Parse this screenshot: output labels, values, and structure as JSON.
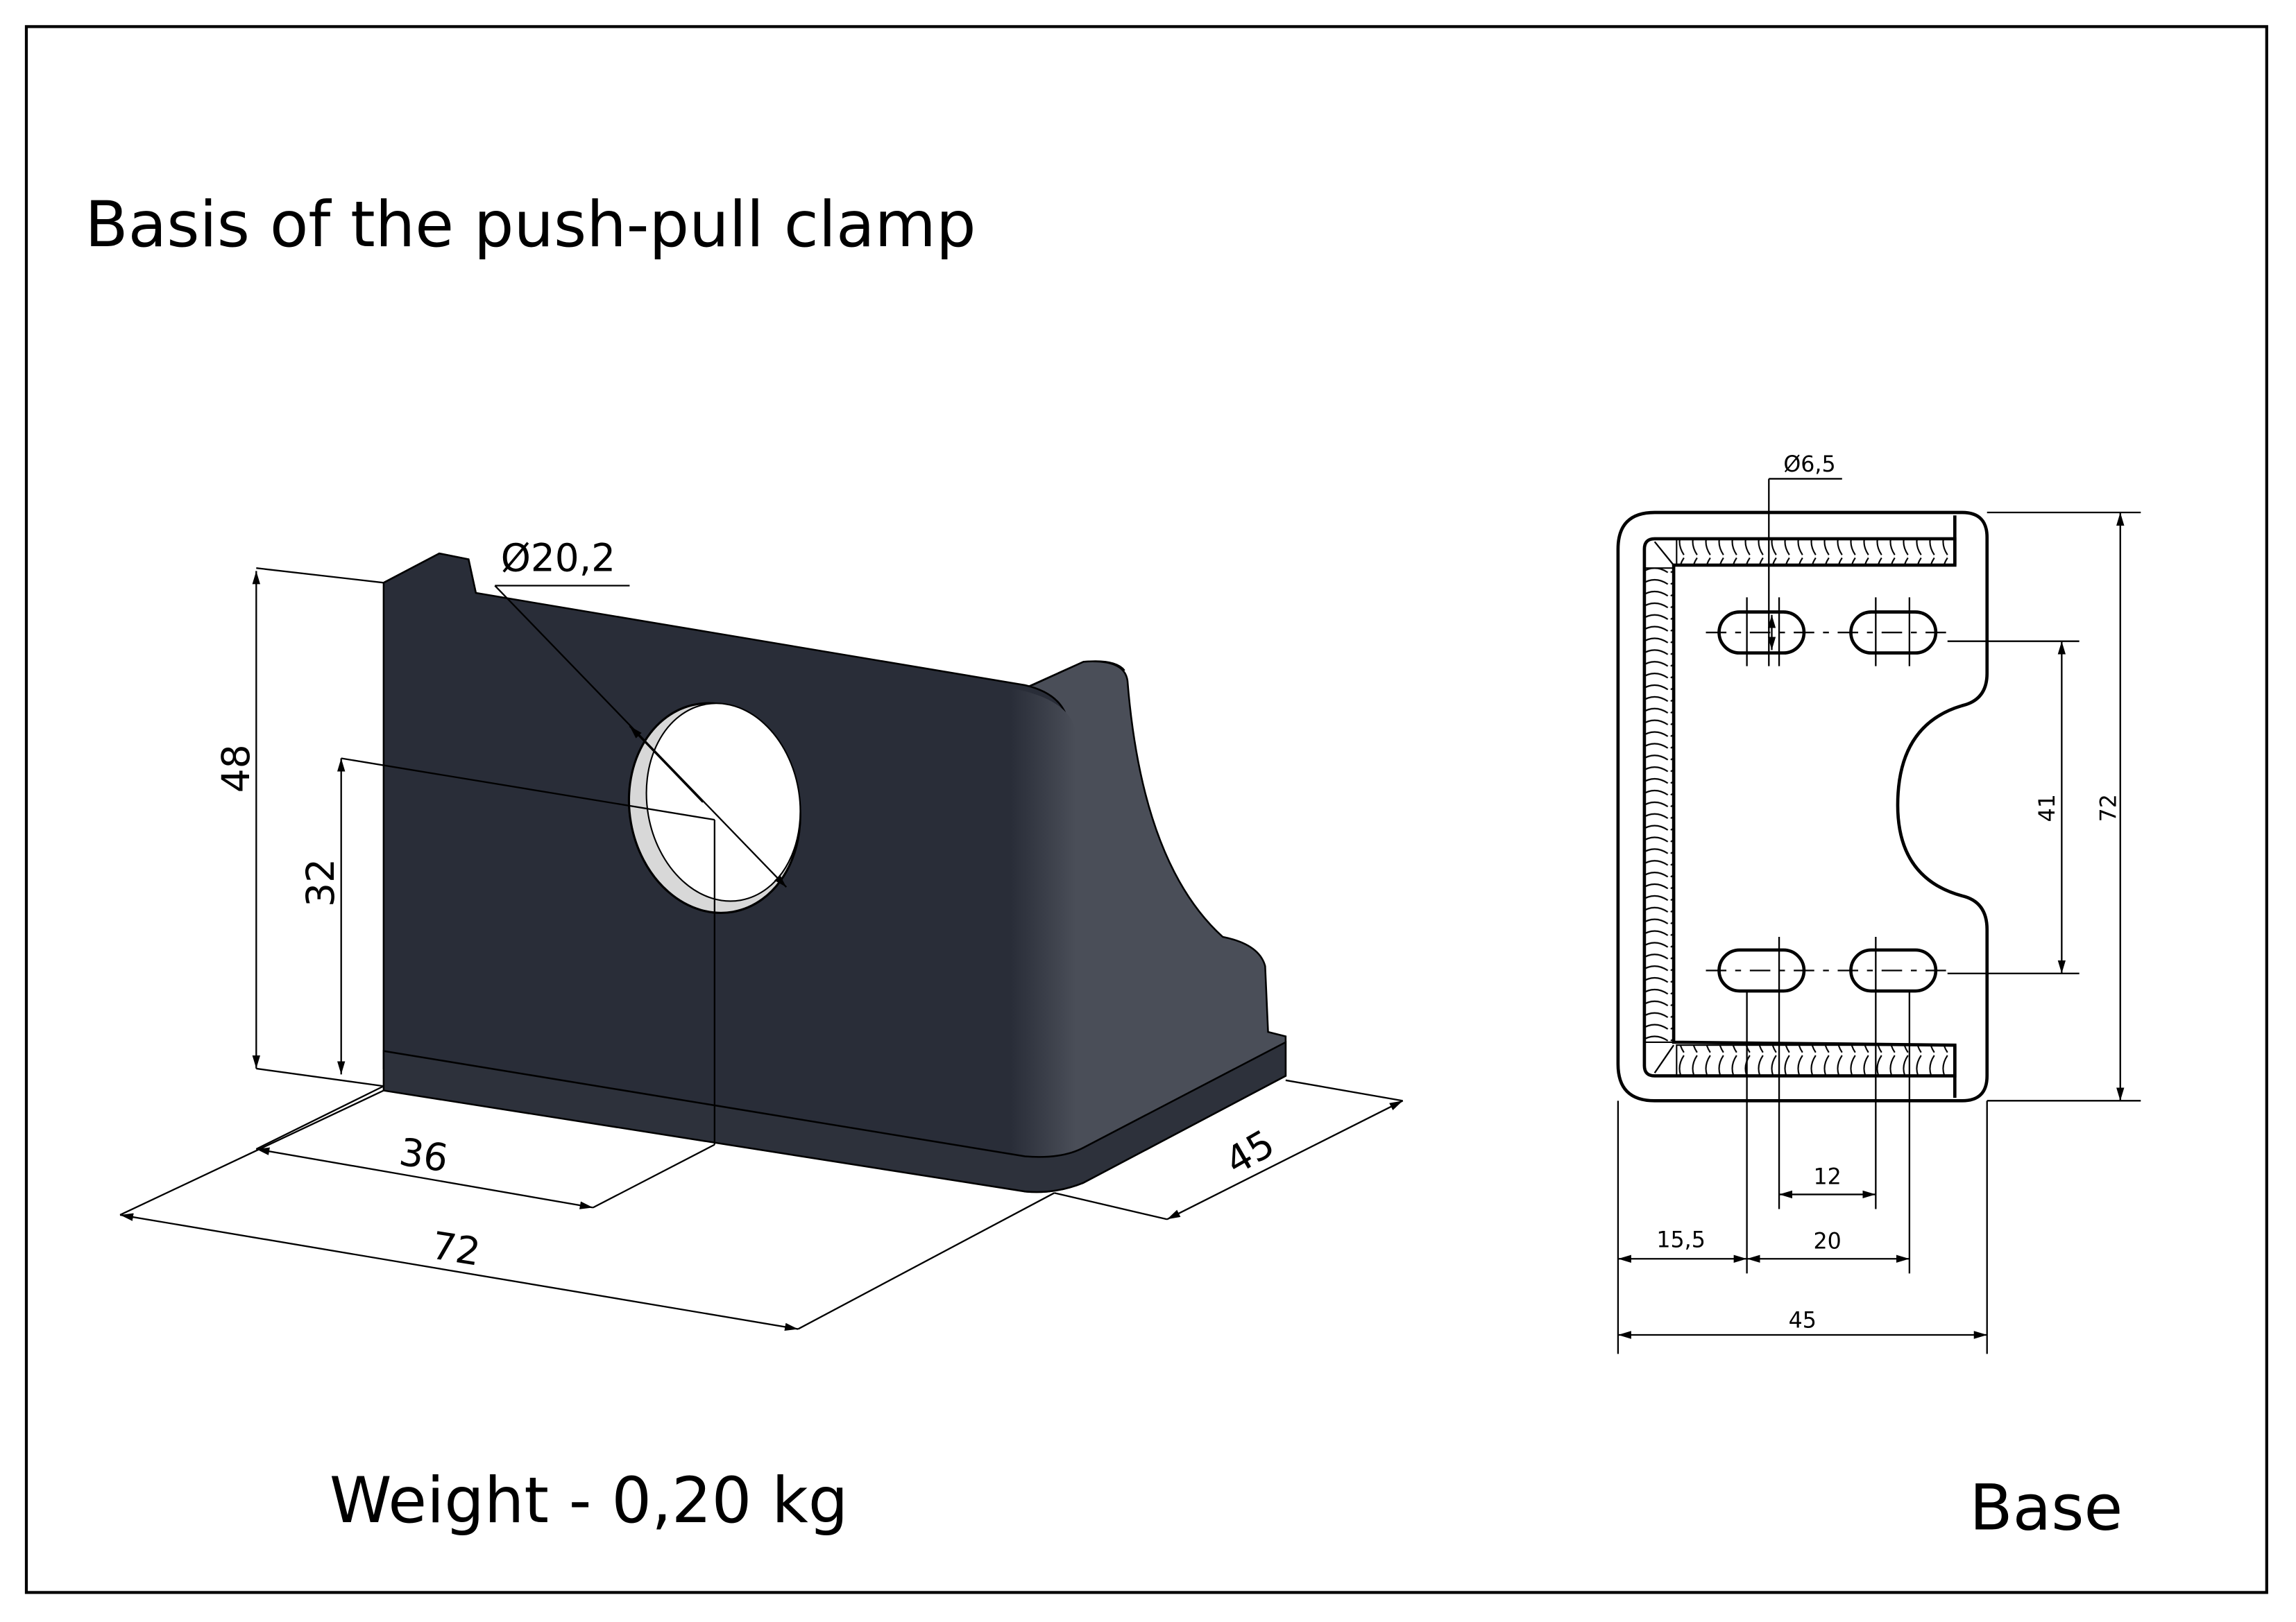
{
  "title": "Basis of the push-pull clamp",
  "weight": "Weight - 0,20 kg",
  "part_name": "Base",
  "colors": {
    "part_front": "#292d38",
    "part_side": "#4a4e58",
    "hole_inner": "#d8d8d8"
  },
  "iso_view": {
    "dims": {
      "height": "48",
      "hole_height": "32",
      "hole_offset": "36",
      "length": "72",
      "depth": "45",
      "hole_diameter": "Ø20,2"
    }
  },
  "plan_view": {
    "dims": {
      "slot_diameter": "Ø6,5",
      "slot_spacing_v": "41",
      "overall_length": "72",
      "slot_length": "12",
      "slot_spacing_h": "20",
      "edge_offset": "15,5",
      "overall_width": "45"
    }
  }
}
